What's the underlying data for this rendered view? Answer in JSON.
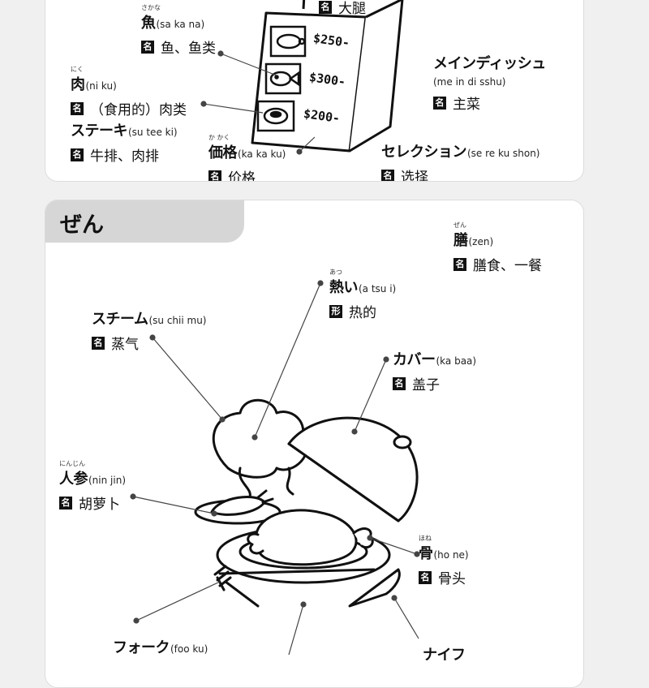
{
  "top_card": {
    "entries": [
      {
        "id": "leg",
        "furigana": "",
        "word": "",
        "romaji": "",
        "pos": "名",
        "meaning": "大腿"
      },
      {
        "id": "fish",
        "furigana": "さかな",
        "word": "魚",
        "romaji": "(sa ka na)",
        "pos": "名",
        "meaning": "鱼、鱼类"
      },
      {
        "id": "meat",
        "furigana": "にく",
        "word": "肉",
        "romaji": "(ni ku)",
        "pos": "名",
        "meaning": "（食用的）肉类"
      },
      {
        "id": "steak",
        "furigana": "",
        "word": "ステーキ",
        "romaji": "(su tee ki)",
        "pos": "名",
        "meaning": "牛排、肉排"
      },
      {
        "id": "price",
        "furigana": "か かく",
        "word": "価格",
        "romaji": "(ka ka ku)",
        "pos": "名",
        "meaning": "价格"
      },
      {
        "id": "main",
        "furigana": "",
        "word": "メインディッシュ",
        "romaji": "(me in di sshu)",
        "pos": "名",
        "meaning": "主菜"
      },
      {
        "id": "selection",
        "furigana": "",
        "word": "セレクション",
        "romaji": "(se re ku shon)",
        "pos": "名",
        "meaning": "选择"
      }
    ],
    "menu_prices": [
      "$250-",
      "$300-",
      "$200-"
    ]
  },
  "zen_card": {
    "tab_title": "ぜん",
    "entries": [
      {
        "id": "zen",
        "furigana": "ぜん",
        "word": "膳",
        "romaji": "(zen)",
        "pos": "名",
        "meaning": "膳食、一餐"
      },
      {
        "id": "hot",
        "furigana": "あつ",
        "word": "熱い",
        "romaji": "(a tsu i)",
        "pos": "形",
        "meaning": "热的"
      },
      {
        "id": "steam",
        "furigana": "",
        "word": "スチーム",
        "romaji": "(su chii mu)",
        "pos": "名",
        "meaning": "蒸气"
      },
      {
        "id": "cover",
        "furigana": "",
        "word": "カバー",
        "romaji": "(ka baa)",
        "pos": "名",
        "meaning": "盖子"
      },
      {
        "id": "carrot",
        "furigana": "にんじん",
        "word": "人参",
        "romaji": "(nin jin)",
        "pos": "名",
        "meaning": "胡萝卜"
      },
      {
        "id": "bone",
        "furigana": "ほね",
        "word": "骨",
        "romaji": "(ho ne)",
        "pos": "名",
        "meaning": "骨头"
      },
      {
        "id": "fork",
        "furigana": "",
        "word": "フォーク",
        "romaji": "(foo ku)",
        "pos": "",
        "meaning": ""
      },
      {
        "id": "knife",
        "furigana": "",
        "word": "ナイフ",
        "romaji": "",
        "pos": "",
        "meaning": ""
      }
    ]
  }
}
